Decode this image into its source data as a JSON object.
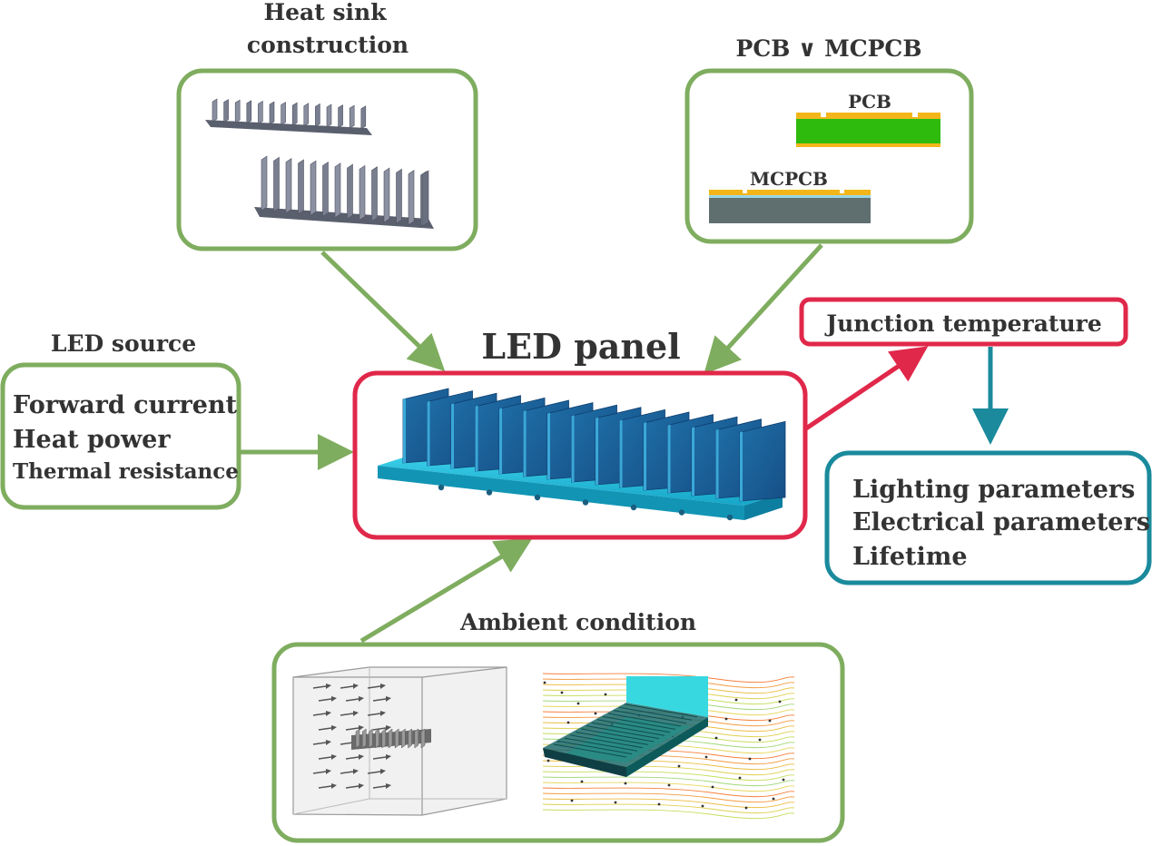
{
  "heat_sink": {
    "title_line1": "Heat sink",
    "title_line2": "construction"
  },
  "pcb": {
    "title": "PCB ∨ MCPCB",
    "pcb_label": "PCB",
    "mcpcb_label": "MCPCB"
  },
  "led_source": {
    "title": "LED source",
    "items": [
      "Forward current",
      "Heat power",
      "Thermal resistance"
    ]
  },
  "led_panel": {
    "title": "LED panel"
  },
  "junction": {
    "title": "Junction temperature"
  },
  "outputs": {
    "items": [
      "Lighting parameters",
      "Electrical parameters",
      "Lifetime"
    ]
  },
  "ambient": {
    "title": "Ambient condition"
  },
  "colors": {
    "green": "#7fad5f",
    "red": "#e0284a",
    "teal": "#1a8a9c",
    "heatsink_gray": "#6b7080",
    "pcb_green": "#2fba0e",
    "pcb_copper": "#f3b61a",
    "mcpcb_base": "#5f6f6f"
  }
}
